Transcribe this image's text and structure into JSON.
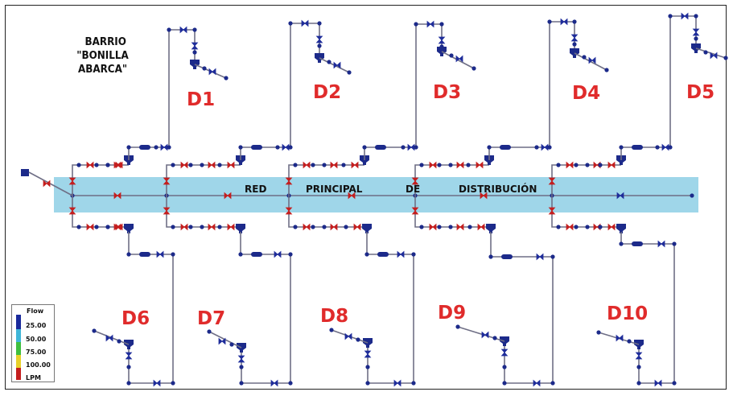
{
  "title": {
    "line1": "BARRIO",
    "line2": "\"BONILLA ABARCA\""
  },
  "main_network": {
    "words": [
      "RED",
      "PRINCIPAL",
      "DE",
      "DISTRIBUCIÓN"
    ]
  },
  "districts": {
    "top": [
      "D1",
      "D2",
      "D3",
      "D4",
      "D5"
    ],
    "bottom": [
      "D6",
      "D7",
      "D8",
      "D9",
      "D10"
    ]
  },
  "legend": {
    "title": "Flow",
    "entries": [
      {
        "label": "25.00",
        "color": "#1a2a9c"
      },
      {
        "label": "50.00",
        "color": "#3fb6d8"
      },
      {
        "label": "75.00",
        "color": "#3fbf3f"
      },
      {
        "label": "100.00",
        "color": "#e8d12a"
      },
      {
        "label": "LPM",
        "color": "#c41e1e"
      }
    ]
  },
  "colors": {
    "band": "#9fd6e9",
    "pipe": "#6f6f86",
    "node": "#1c2a8a",
    "valve_blue": "#1e2c9a",
    "valve_red": "#c41e1e",
    "district_label": "#e02b2b"
  }
}
